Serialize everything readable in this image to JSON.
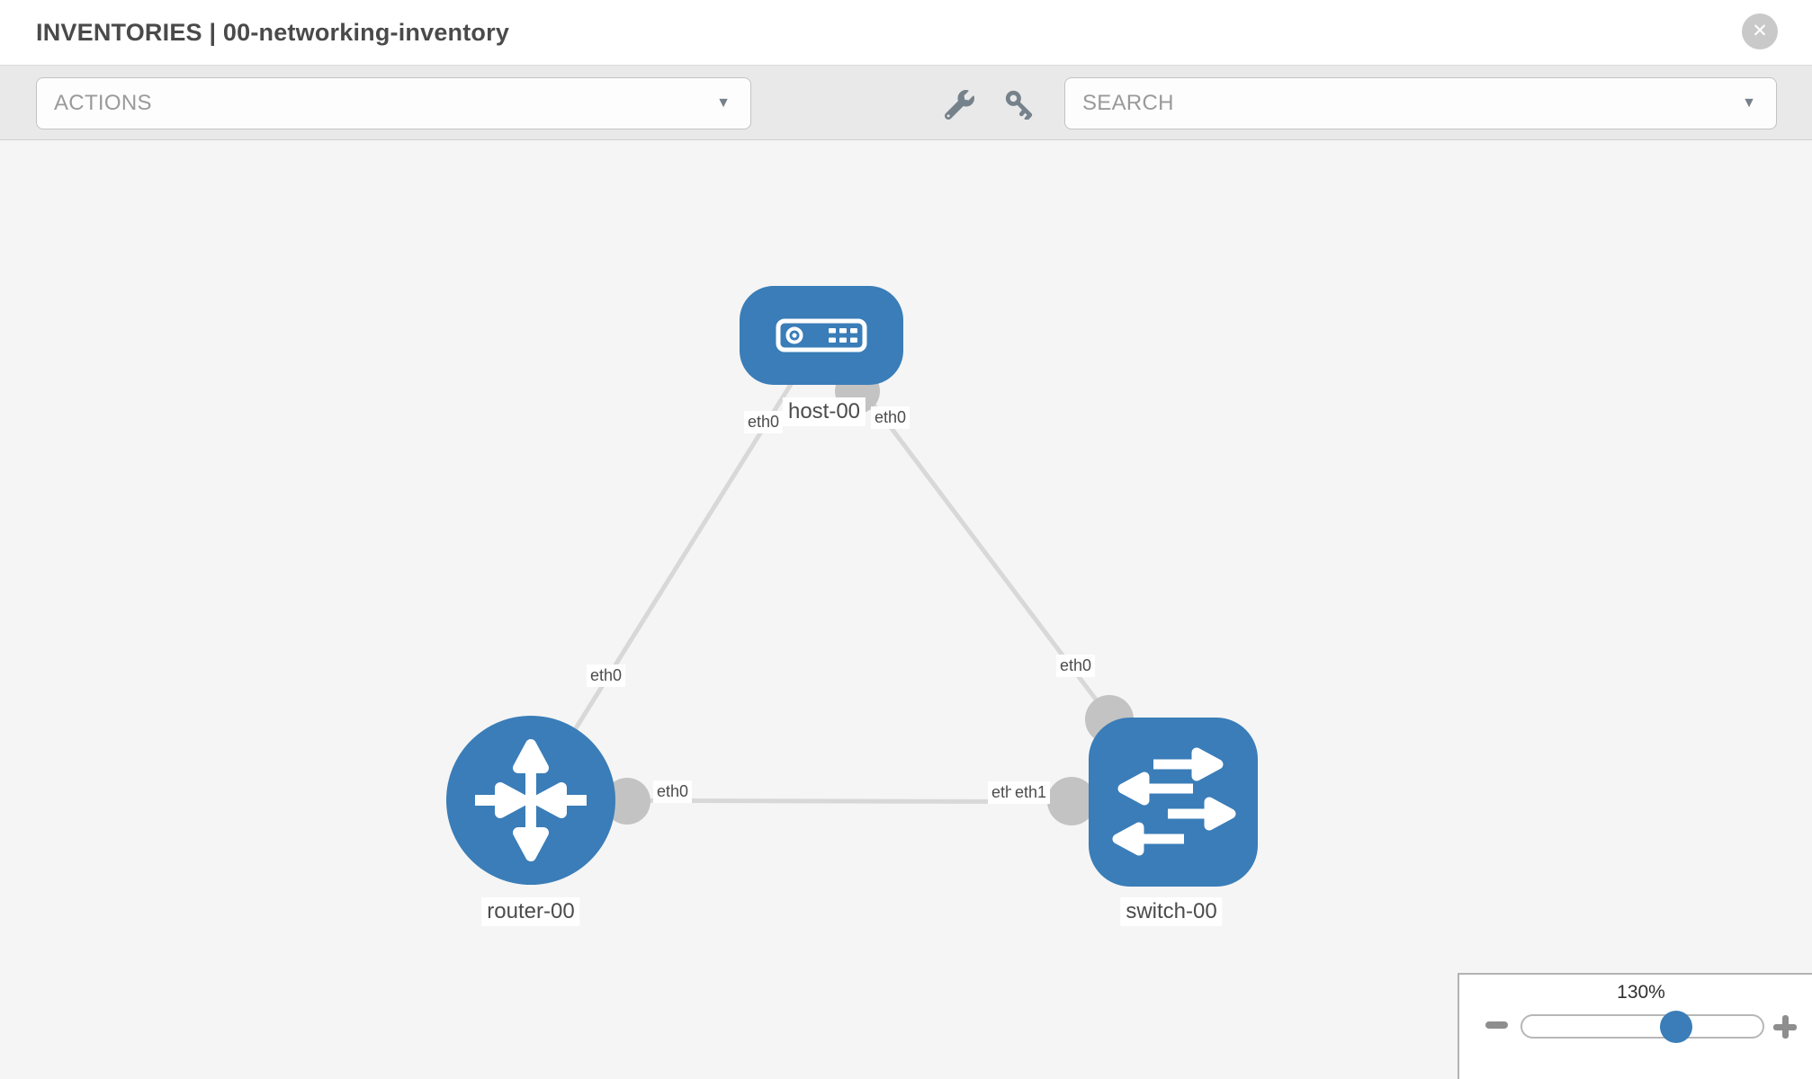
{
  "header": {
    "title": "INVENTORIES | 00-networking-inventory"
  },
  "toolbar": {
    "actions": {
      "label": "ACTIONS"
    },
    "search": {
      "label": "SEARCH"
    }
  },
  "icons": {
    "close": "✕",
    "dropdown_caret": "▼",
    "wrench": "wrench-icon",
    "key": "key-icon",
    "zoom_out": "minus-bar",
    "zoom_in": "plus-bars"
  },
  "diagram": {
    "nodes": [
      {
        "name": "host-00",
        "type": "host",
        "icon": "server-icon"
      },
      {
        "name": "router-00",
        "type": "router",
        "icon": "router-arrows-icon"
      },
      {
        "name": "switch-00",
        "type": "switch",
        "icon": "switch-arrows-icon"
      }
    ],
    "links": [
      {
        "from": "host-00",
        "to": "router-00"
      },
      {
        "from": "host-00",
        "to": "switch-00"
      },
      {
        "from": "router-00",
        "to": "switch-00"
      }
    ],
    "interface_labels": {
      "host_left": "eth0",
      "host_right": "eth0",
      "link_host_router": "eth0",
      "link_host_switch": "eth0",
      "router_right": "eth0",
      "switch_left_back": "eth0",
      "switch_left_front": "eth1"
    }
  },
  "zoom_control": {
    "level": "130%"
  },
  "colors": {
    "node_blue": "#3a7db8",
    "link_gray": "#d8d8d8",
    "interface_dot_gray": "#c3c3c3",
    "toolbar_bg": "#e9e9e9",
    "canvas_bg": "#f5f5f5",
    "icon_gray": "#76828b"
  }
}
